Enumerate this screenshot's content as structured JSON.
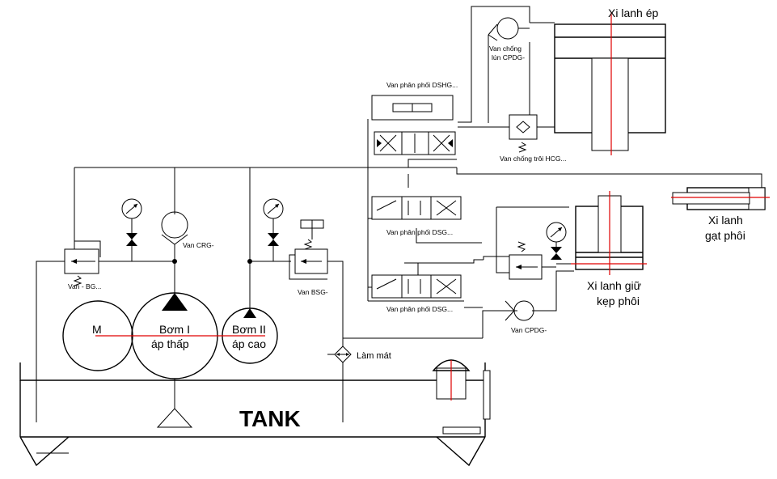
{
  "labels": {
    "xi_lanh_ep": "Xi lanh ép",
    "van_chong_lun": "Van chống lún CPDG-",
    "van_phan_phoi_dshg": "Van phân phối DSHG...",
    "van_chong_troi": "Van chống trôi HCG...",
    "van_phan_phoi_dsg_1": "Van phân phối DSG...",
    "van_phan_phoi_dsg_2": "Van phân phối DSG...",
    "xi_lanh_gat_phoi_1": "Xi lanh",
    "xi_lanh_gat_phoi_2": "gạt phôi",
    "xi_lanh_giu_phoi_1": "Xi lanh giữ",
    "xi_lanh_giu_phoi_2": "kẹp phôi",
    "van_crg": "Van CRG-",
    "van_bg": "Van - BG...",
    "van_bsg": "Van BSG-",
    "van_cpdg": "Van CPDG-",
    "motor": "M",
    "bom_1_a": "Bơm I",
    "bom_1_b": "áp thấp",
    "bom_2_a": "Bơm II",
    "bom_2_b": "áp cao",
    "lam_mat": "Làm mát",
    "tank": "TANK"
  },
  "colors": {
    "line": "#000000",
    "center_line": "#e00000",
    "background": "#ffffff"
  }
}
